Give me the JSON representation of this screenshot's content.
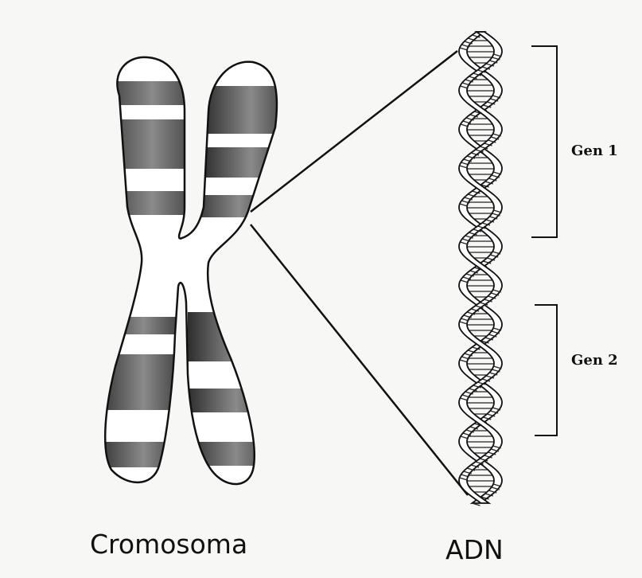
{
  "labels": {
    "chromosome": "Cromosoma",
    "dna": "ADN"
  },
  "genes": [
    {
      "label": "Gen 1"
    },
    {
      "label": "Gen 2"
    }
  ],
  "colors": {
    "background": "#f7f7f5",
    "stroke": "#111111",
    "band_dark": "#5a5a5a",
    "band_light": "#bdbdbd"
  }
}
